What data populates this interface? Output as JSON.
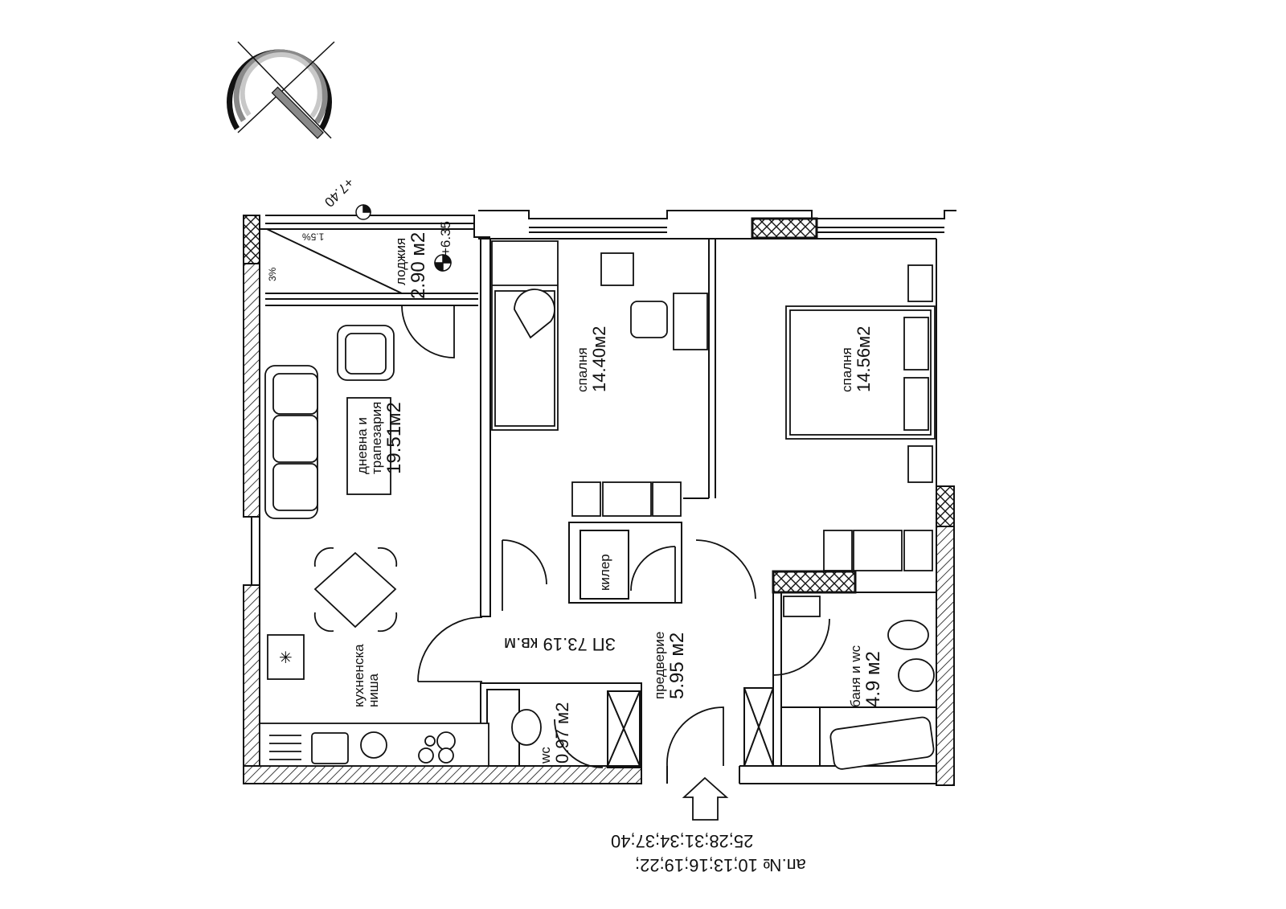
{
  "plan": {
    "title": "Apartment floor plan",
    "total_area": "ЗП 73.19 кв.м",
    "apartment_numbers_line1": "ап.№ 10;13;16;19;22;",
    "apartment_numbers_line2": "25;28;31;34;37;40",
    "entrance_arrow": "entrance-arrow"
  },
  "levels": {
    "top": "+7.40",
    "loggia": "+6.35"
  },
  "slopes": {
    "horizontal": "1.5%",
    "vertical": "3%"
  },
  "rooms": [
    {
      "id": "loggia",
      "name": "лоджия",
      "area": "2.90",
      "unit": "м2"
    },
    {
      "id": "living",
      "name_line1": "дневна и",
      "name_line2": "трапезария",
      "area": "19.51м2"
    },
    {
      "id": "bedroom1",
      "name": "спалня",
      "area": "14.40м2"
    },
    {
      "id": "bedroom2",
      "name": "спалня",
      "area": "14.56м2"
    },
    {
      "id": "closet",
      "name": "килер"
    },
    {
      "id": "hall",
      "name": "предверие",
      "area": "5.95",
      "unit": "м2"
    },
    {
      "id": "kitchen",
      "name_line1": "кухненска",
      "name_line2": "ниша"
    },
    {
      "id": "wc",
      "name": "wc",
      "area": "0.97",
      "unit": "м2"
    },
    {
      "id": "bath",
      "name": "баня и wc",
      "area": "4.9",
      "unit": "м2"
    }
  ],
  "colors": {
    "line": "#111111",
    "compass_gray": "#8a8a8a",
    "compass_light": "#c8c8c8",
    "hatch": "#111111"
  }
}
